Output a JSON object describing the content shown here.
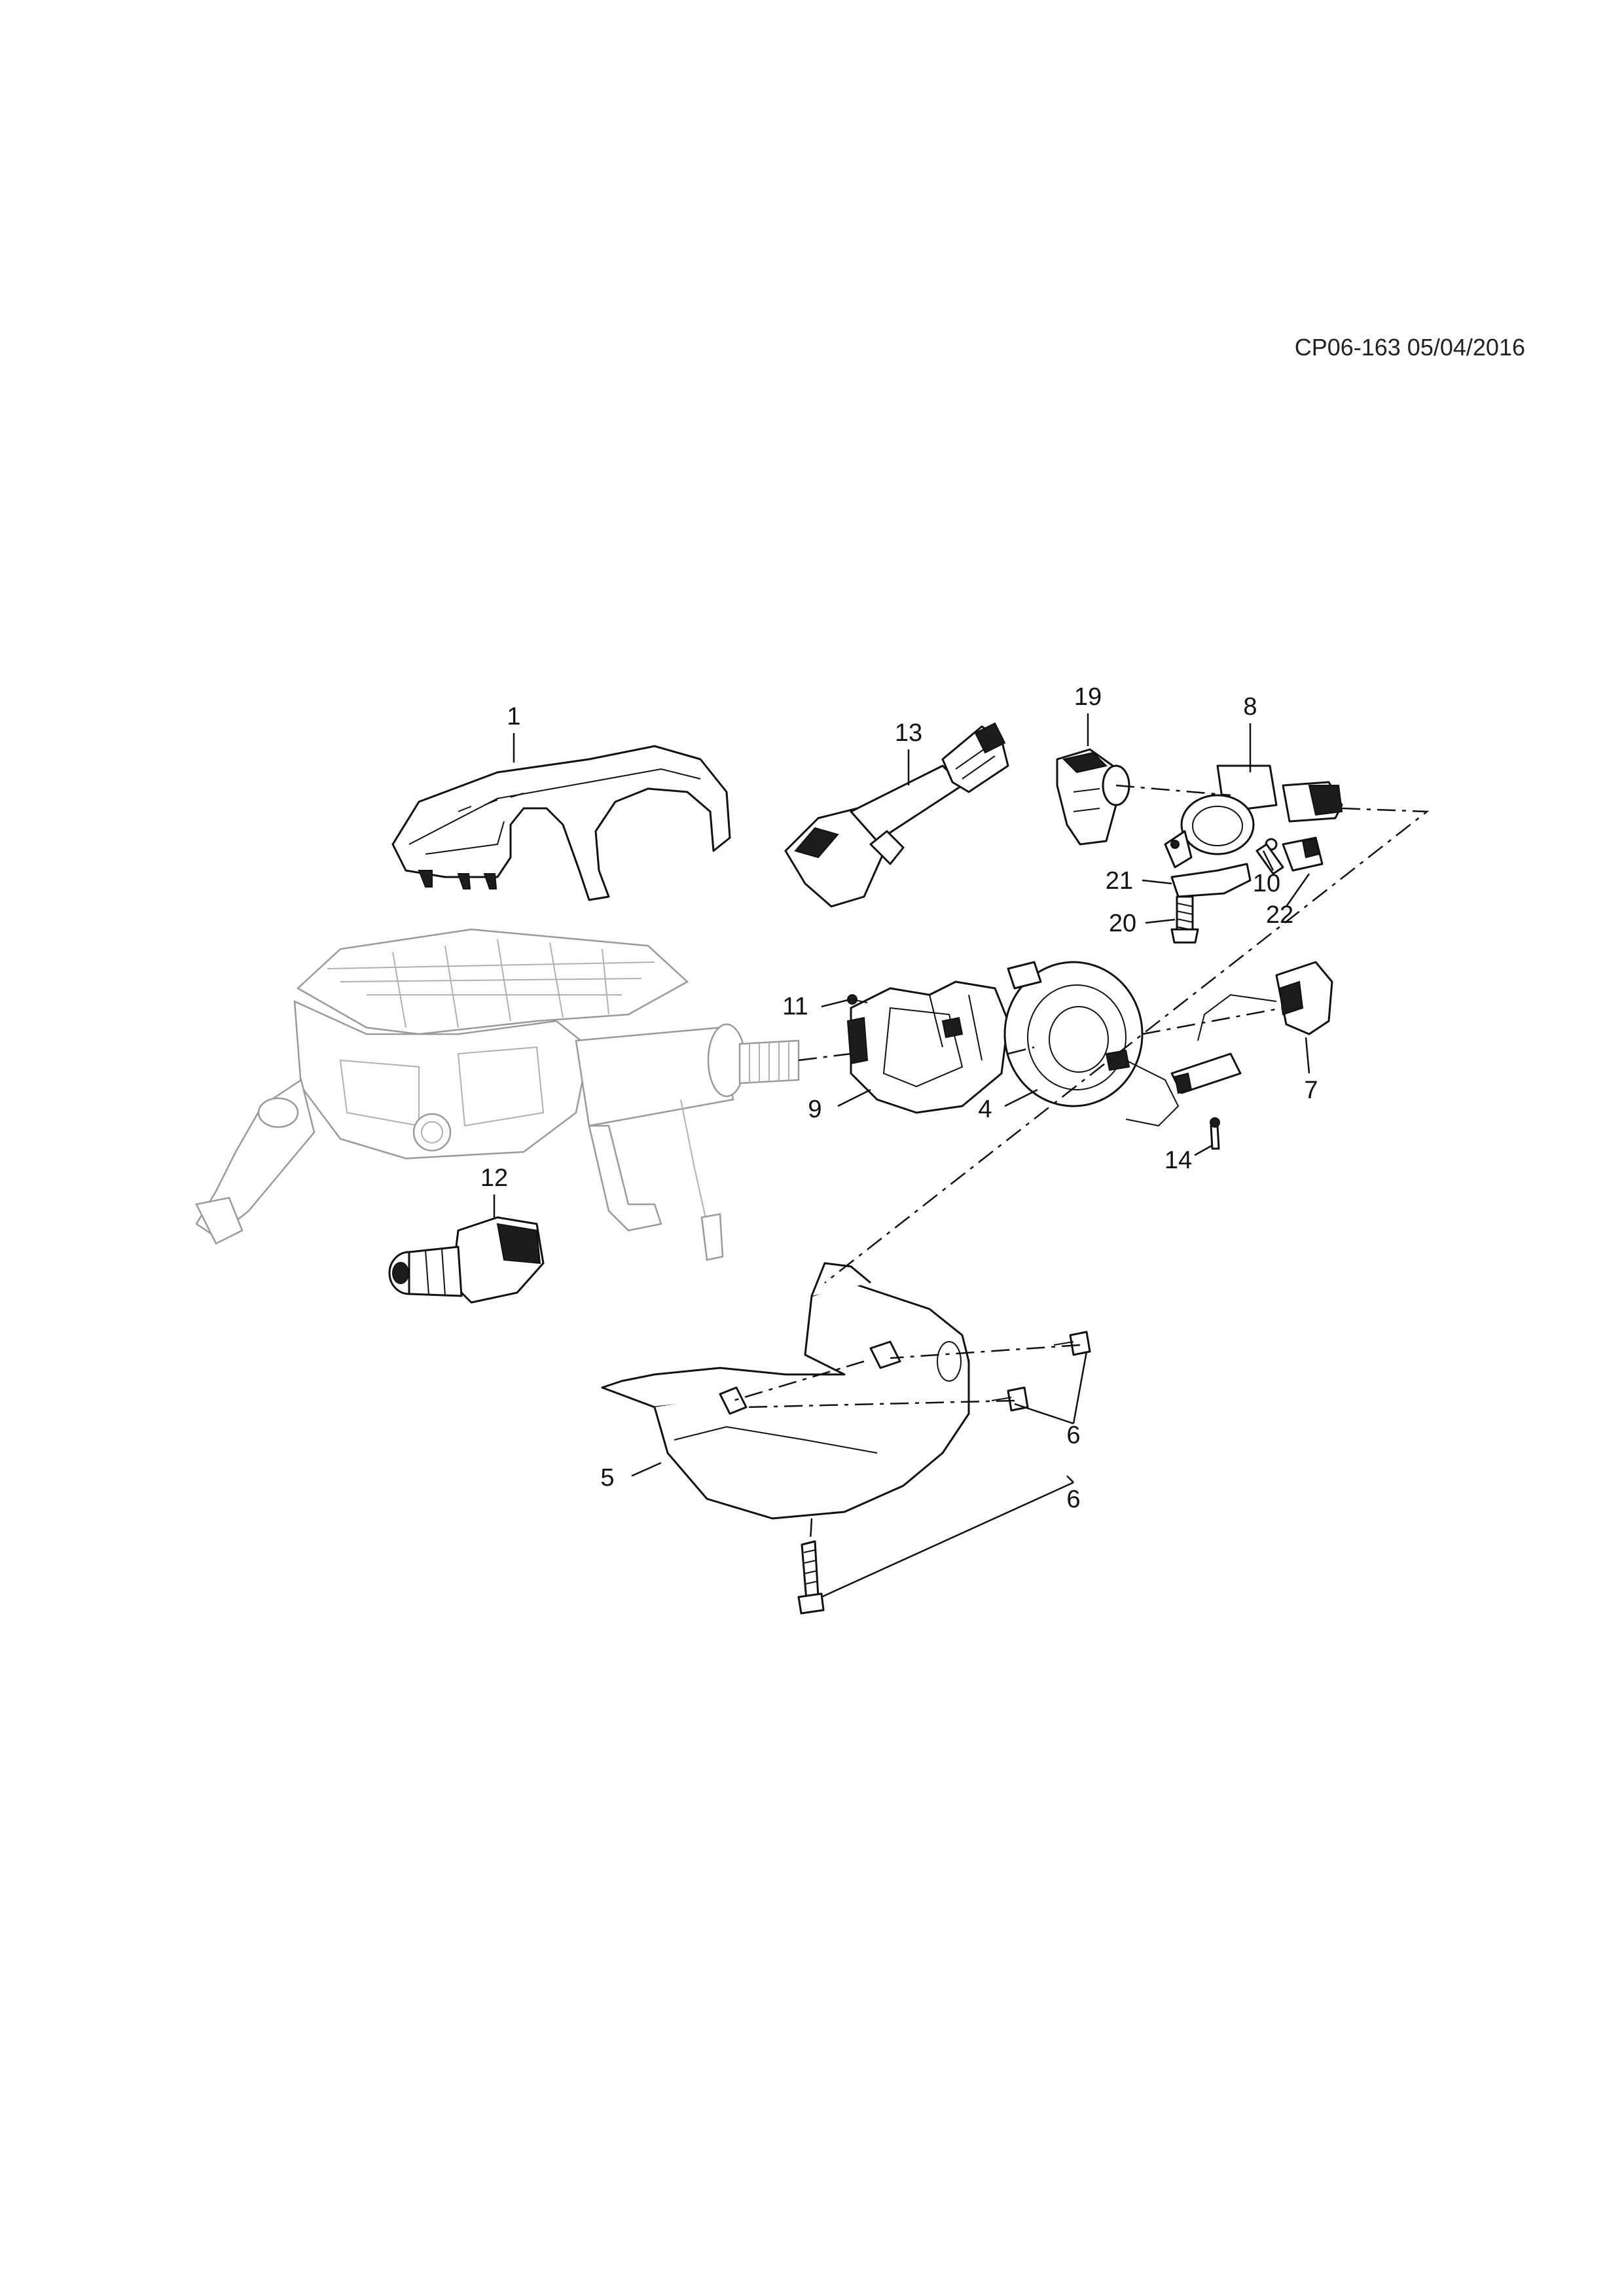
{
  "doc_ref": "CP06-163 05/04/2016",
  "callouts": {
    "c1": "1",
    "c4": "4",
    "c5": "5",
    "c6a": "6",
    "c6b": "6",
    "c7": "7",
    "c8": "8",
    "c9": "9",
    "c10": "10",
    "c11": "11",
    "c12": "12",
    "c13": "13",
    "c14": "14",
    "c19": "19",
    "c20": "20",
    "c21": "21",
    "c22": "22"
  }
}
